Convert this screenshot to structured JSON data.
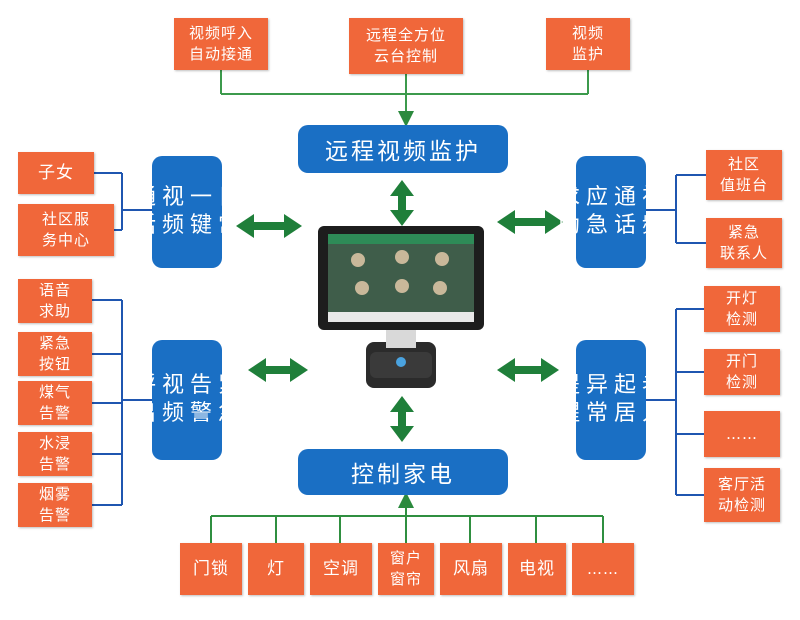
{
  "colors": {
    "leaf": "#f0673a",
    "hub": "#1a6fc4",
    "arrow": "#1f7f3a",
    "line_top": "#3c9a4c",
    "line_side": "#1f56b0",
    "line_bottom": "#2f8f40"
  },
  "top_hub": "远程视频监护",
  "top_items": [
    "视频呼入\n自动接通",
    "远程全方位\n云台控制",
    "视频\n监护"
  ],
  "bottom_hub": "控制家电",
  "bottom_items": [
    "门锁",
    "灯",
    "空调",
    "窗户\n窗帘",
    "风扇",
    "电视",
    "……"
  ],
  "left_top_hub": [
    "日常",
    "一键",
    "视频",
    "通话"
  ],
  "left_top_items": [
    "子女",
    "社区服\n务中心"
  ],
  "left_bottom_hub": [
    "紧急",
    "告警",
    "视频",
    "呼出"
  ],
  "left_bottom_items": [
    "语音\n求助",
    "紧急\n按钮",
    "煤气\n告警",
    "水浸\n告警",
    "烟雾\n告警"
  ],
  "right_top_hub": [
    "视频",
    "通话",
    "应急",
    "求助"
  ],
  "right_top_items": [
    "社区\n值班台",
    "紧急\n联系人"
  ],
  "right_bottom_hub": [
    "老人",
    "起居",
    "异常",
    "提醒"
  ],
  "right_bottom_items": [
    "开灯\n检测",
    "开门\n检测",
    "……",
    "客厅活\n动检测"
  ]
}
